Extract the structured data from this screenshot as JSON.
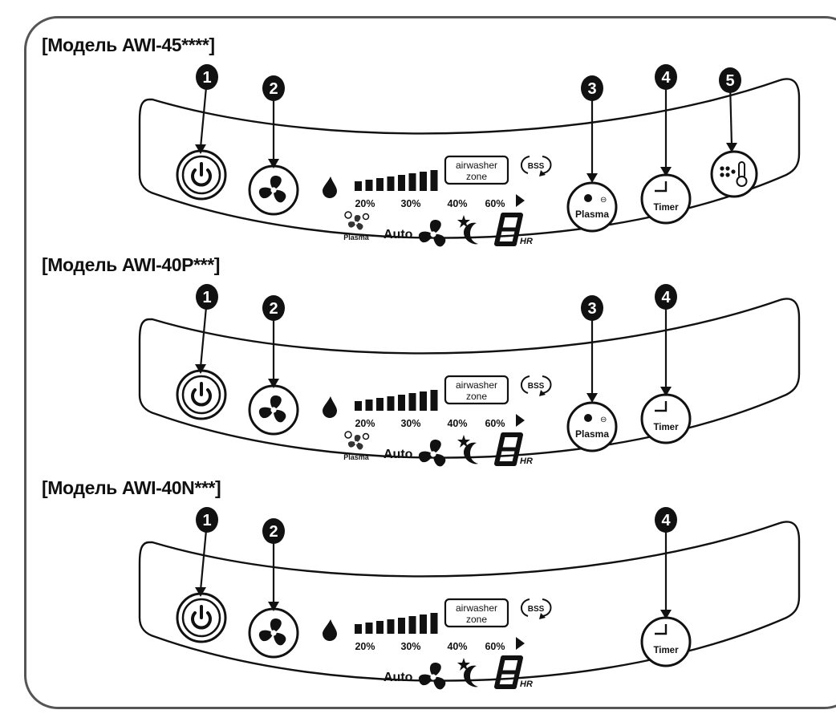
{
  "panels": [
    {
      "title": "[Модель AWI-45****]",
      "markers": [
        "1",
        "2",
        "3",
        "4",
        "5"
      ],
      "percent_labels": [
        "20%",
        "30%",
        "40%",
        "60%"
      ],
      "airwasher_zone": [
        "airwasher",
        "zone"
      ],
      "bss_label": "BSS",
      "plasma_button_label": "Plasma",
      "timer_button_label": "Timer",
      "indicator_plasma_label": "Plasma",
      "auto_label": "Auto",
      "hr_label": "HR",
      "has_plasma": true,
      "has_temp_button": true
    },
    {
      "title": "[Модель AWI-40P***]",
      "markers": [
        "1",
        "2",
        "3",
        "4"
      ],
      "percent_labels": [
        "20%",
        "30%",
        "40%",
        "60%"
      ],
      "airwasher_zone": [
        "airwasher",
        "zone"
      ],
      "bss_label": "BSS",
      "plasma_button_label": "Plasma",
      "timer_button_label": "Timer",
      "indicator_plasma_label": "Plasma",
      "auto_label": "Auto",
      "hr_label": "HR",
      "has_plasma": true,
      "has_temp_button": false
    },
    {
      "title": "[Модель AWI-40N***]",
      "markers": [
        "1",
        "2",
        "4"
      ],
      "percent_labels": [
        "20%",
        "30%",
        "40%",
        "60%"
      ],
      "airwasher_zone": [
        "airwasher",
        "zone"
      ],
      "bss_label": "BSS",
      "timer_button_label": "Timer",
      "auto_label": "Auto",
      "hr_label": "HR",
      "has_plasma": false,
      "has_temp_button": false
    }
  ],
  "icons": {
    "power": "power-icon",
    "fan": "fan-icon",
    "drop": "water-drop-icon",
    "arrow": "play-triangle-icon",
    "moon": "sleep-moon-icon",
    "timer": "timer-icon",
    "thermo": "thermometer-icon"
  }
}
